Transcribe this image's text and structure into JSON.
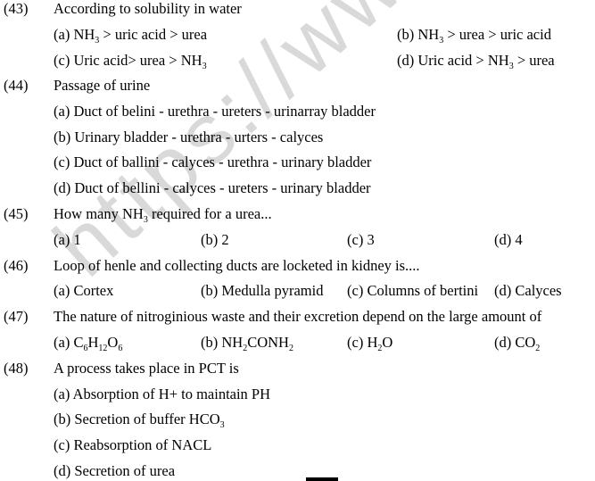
{
  "watermark": "https://www.stud",
  "questions": [
    {
      "number": "(43)",
      "text": "According to solubility in water",
      "options": {
        "a": {
          "prefix": "(a) NH",
          "sub": "3",
          "suffix": " > uric acid > urea"
        },
        "b": {
          "prefix": "(b) NH",
          "sub": "3",
          "suffix": " > urea > uric acid"
        },
        "c": {
          "prefix": "(c) Uric acid> urea > NH",
          "sub": "3",
          "suffix": ""
        },
        "d": {
          "prefix": "(d) Uric acid > NH",
          "sub": "3",
          "suffix": " > urea"
        }
      }
    },
    {
      "number": "(44)",
      "text": "Passage of urine",
      "options": {
        "a": "(a) Duct of belini - urethra - ureters - urinarray bladder",
        "b": "(b) Urinary bladder - urethra - urters - calyces",
        "c": "(c) Duct of ballini - calyces - urethra - urinary bladder",
        "d": "(d) Duct of bellini - calyces - ureters - urinary bladder"
      }
    },
    {
      "number": "(45)",
      "text_prefix": "How many NH",
      "text_sub": "3",
      "text_suffix": " required for a urea...",
      "options": {
        "a": "(a) 1",
        "b": "(b) 2",
        "c": "(c) 3",
        "d": "(d) 4"
      }
    },
    {
      "number": "(46)",
      "text": "Loop of henle and collecting ducts are locketed in kidney is....",
      "options": {
        "a": "(a) Cortex",
        "b": "(b) Medulla pyramid",
        "c": "(c) Columns of bertini",
        "d": "(d) Calyces"
      }
    },
    {
      "number": "(47)",
      "text": "The nature of nitroginious waste and their excretion depend on the large amount of",
      "options": {
        "a": {
          "label": "(a) ",
          "p1": "C",
          "s1": "6",
          "p2": "H",
          "s2": "12",
          "p3": "O",
          "s3": "6"
        },
        "b": {
          "label": "(b) ",
          "p1": "NH",
          "s1": "2",
          "p2": "CONH",
          "s2": "2"
        },
        "c": {
          "label": "(c) ",
          "p1": "H",
          "s1": "2",
          "p2": "O"
        },
        "d": {
          "label": "(d) ",
          "p1": "CO",
          "s1": "2"
        }
      }
    },
    {
      "number": "(48)",
      "text": "A process takes place in PCT is",
      "options": {
        "a": "(a) Absorption of H+ to maintain PH",
        "b": {
          "prefix": "(b) Secretion of buffer HCO",
          "sub": "3"
        },
        "c": "(c) Reabsorption of NACL",
        "d": "(d) Secretion of urea"
      }
    }
  ]
}
